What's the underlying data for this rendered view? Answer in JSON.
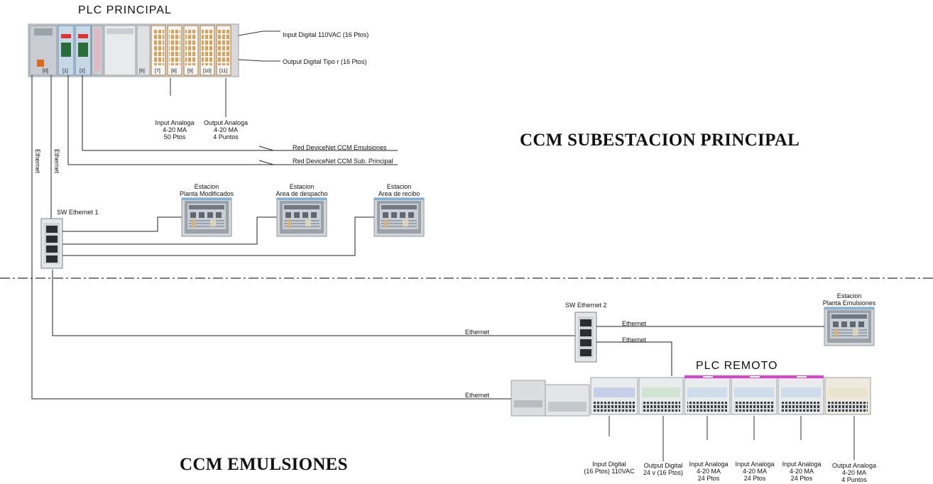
{
  "titles": {
    "plc_principal": "PLC  PRINCIPAL",
    "plc_remoto": "PLC REMOTO",
    "ccm_subestacion": "CCM SUBESTACION PRINCIPAL",
    "ccm_emulsiones": "CCM EMULSIONES"
  },
  "plc_principal": {
    "slot_labels": [
      "[0]",
      "[1]",
      "[2]",
      "[6]",
      "[7]",
      "[8]",
      "[9]",
      "[10]",
      "[11]"
    ],
    "callouts": {
      "input_digital": "Input Digital 110VAC (16 Ptos)",
      "output_digital": "Output Digital Tipo r (16 Ptos)",
      "input_analoga": [
        "Input Analoga",
        "4-20 MA",
        "50 Ptos"
      ],
      "output_analoga": [
        "Output Analoga",
        "4-20 MA",
        "4 Puntos"
      ]
    }
  },
  "networks": {
    "devicenet_emulsiones": "Red DeviceNet CCM Emulsiones",
    "devicenet_sub": "Red DeviceNet CCM Sub. Principal",
    "ethernet_vertical_1": "Ethernet",
    "ethernet_vertical_2": "Ethernet",
    "ethernet_h1": "Ethernet",
    "ethernet_h2": "Ethernet",
    "ethernet_h3": "Ethernet",
    "ethernet_h4": "Ethernet"
  },
  "switches": {
    "sw1": "SW Ethernet 1",
    "sw2": "SW Ethernet 2"
  },
  "stations": [
    {
      "line1": "Estacion",
      "line2": "Planta Modificados"
    },
    {
      "line1": "Estacion",
      "line2": "Area de despacho"
    },
    {
      "line1": "Estacion",
      "line2": "Area de recibo"
    },
    {
      "line1": "Estacion",
      "line2": "Planta Emulsiones"
    }
  ],
  "plc_remoto": {
    "callouts": [
      [
        "Input Digital",
        "(16 Ptos) 110VAC"
      ],
      [
        "Output Digital",
        "24 v (16 Ptos)"
      ],
      [
        "Input Analoga",
        "4-20 MA",
        "24 Ptos"
      ],
      [
        "Input Analoga",
        "4-20 MA",
        "24 Ptos"
      ],
      [
        "Input Analoga",
        "4-20 MA",
        "24 Ptos"
      ],
      [
        "Output Analoga",
        "4-20 MA",
        "4 Puntos"
      ]
    ]
  },
  "colors": {
    "line": "#222222",
    "divider": "#333333",
    "hmi_frame": "#c8ccd0",
    "hmi_bezel": "#8a8f96",
    "hmi_screen": "#b9c2c9",
    "module_orange": "#f0a346",
    "module_blue": "#7fb2d6",
    "remote_magenta": "#e040d8"
  }
}
